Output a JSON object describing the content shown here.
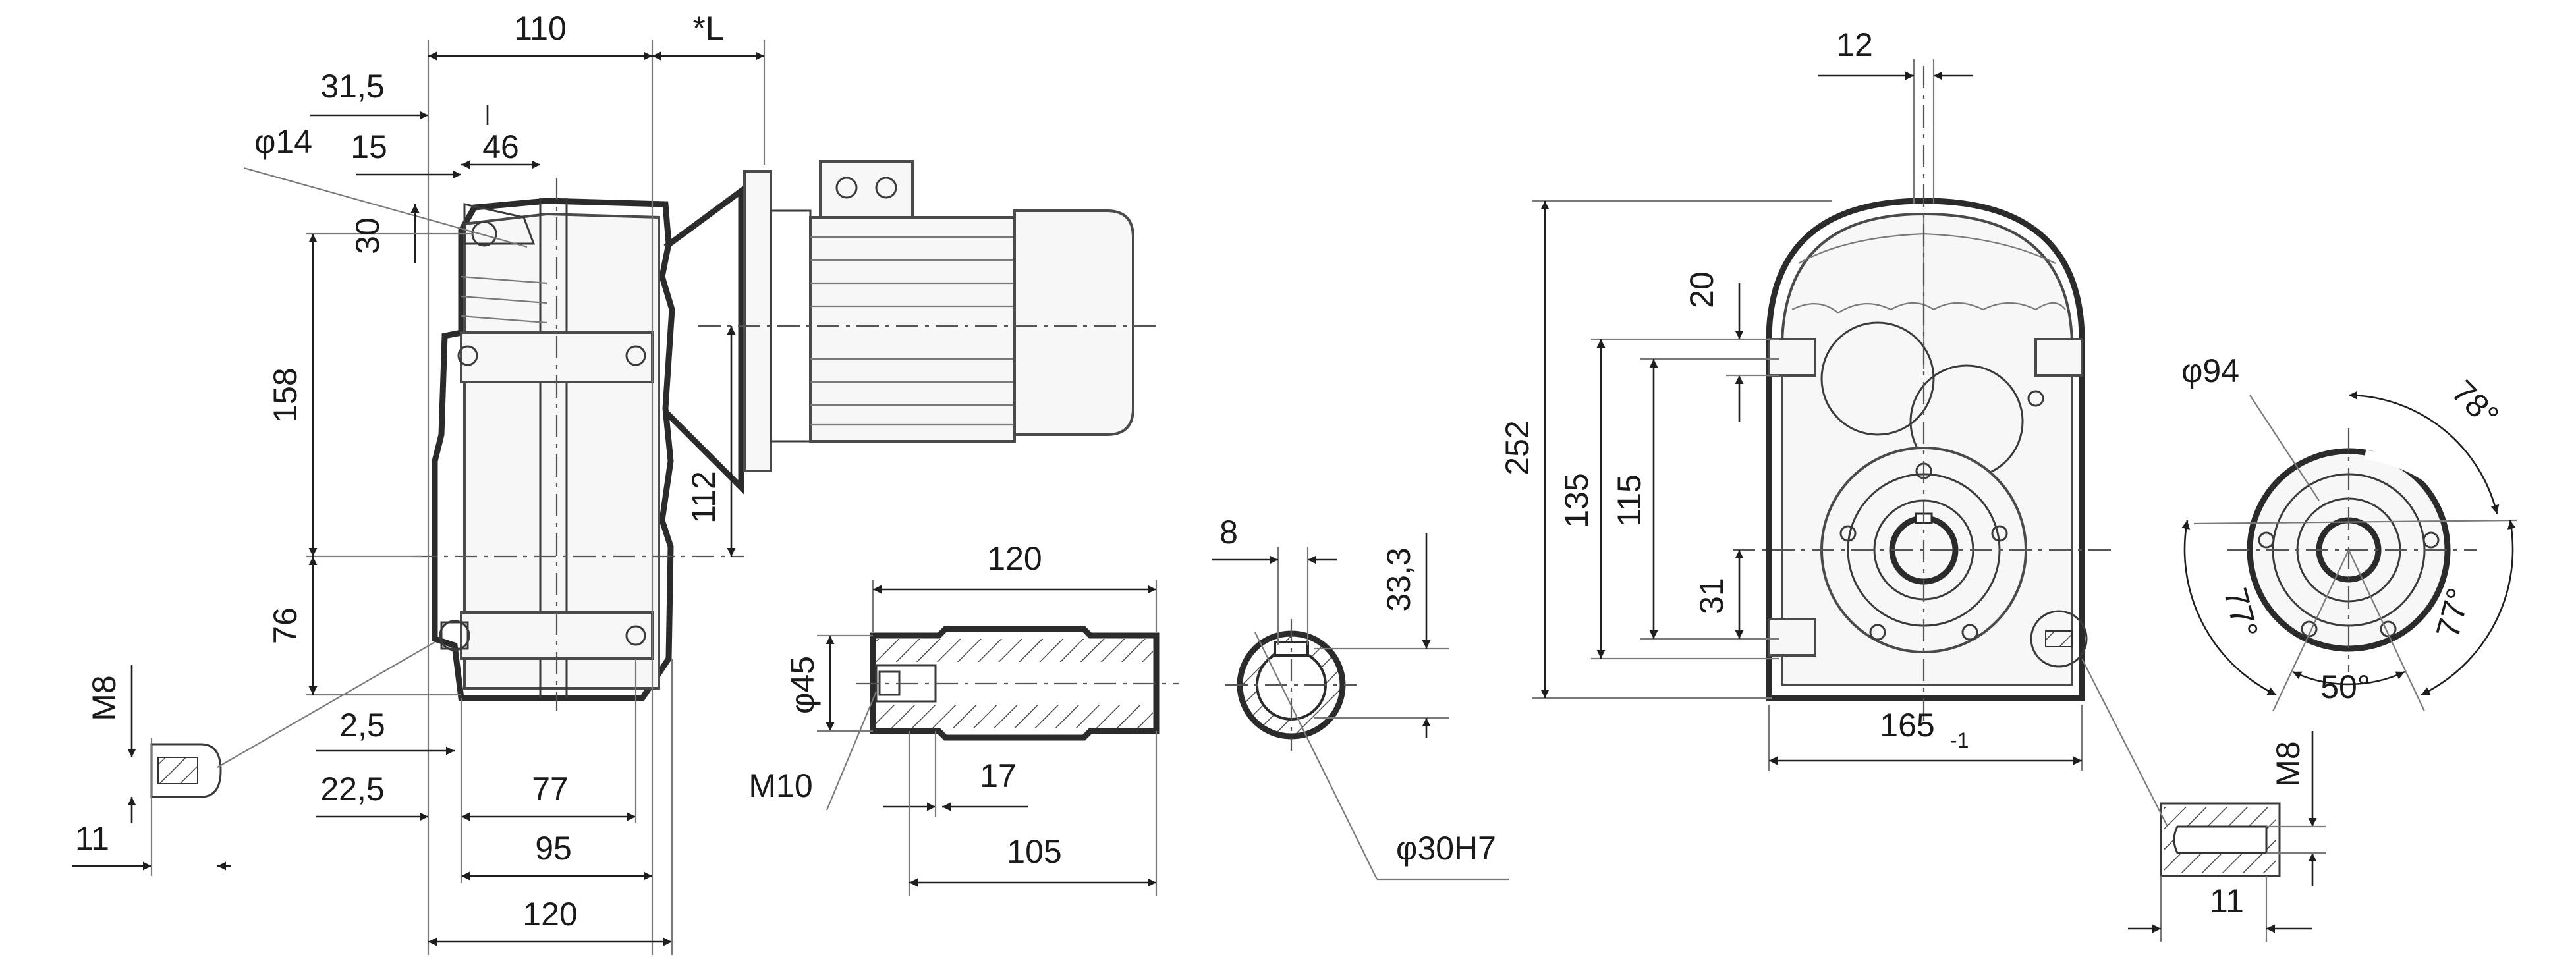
{
  "side_view": {
    "dims": {
      "d110": "110",
      "dL": "*L",
      "d31_5": "31,5",
      "dphi14": "φ14",
      "d15": "15",
      "d46": "46",
      "d30": "30",
      "d158": "158",
      "d112": "112",
      "d76": "76",
      "d2_5": "2,5",
      "d22_5": "22,5",
      "d77": "77",
      "d95": "95",
      "d120": "120",
      "dM8": "M8",
      "d11": "11"
    }
  },
  "shaft_view": {
    "dims": {
      "d120": "120",
      "dphi45": "φ45",
      "dM10": "M10",
      "d17": "17",
      "d105": "105",
      "d8": "8",
      "d33_3": "33,3",
      "dphi30": "φ30H7"
    }
  },
  "front_view": {
    "dims": {
      "d12": "12",
      "d20": "20",
      "d252": "252",
      "d135": "135",
      "d115": "115",
      "d31": "31",
      "d165": "165",
      "d165_tol": "-1",
      "dphi94": "φ94",
      "a78": "78°",
      "a77l": "77°",
      "a77r": "77°",
      "a50": "50°",
      "dM8": "M8",
      "d11": "11"
    }
  }
}
